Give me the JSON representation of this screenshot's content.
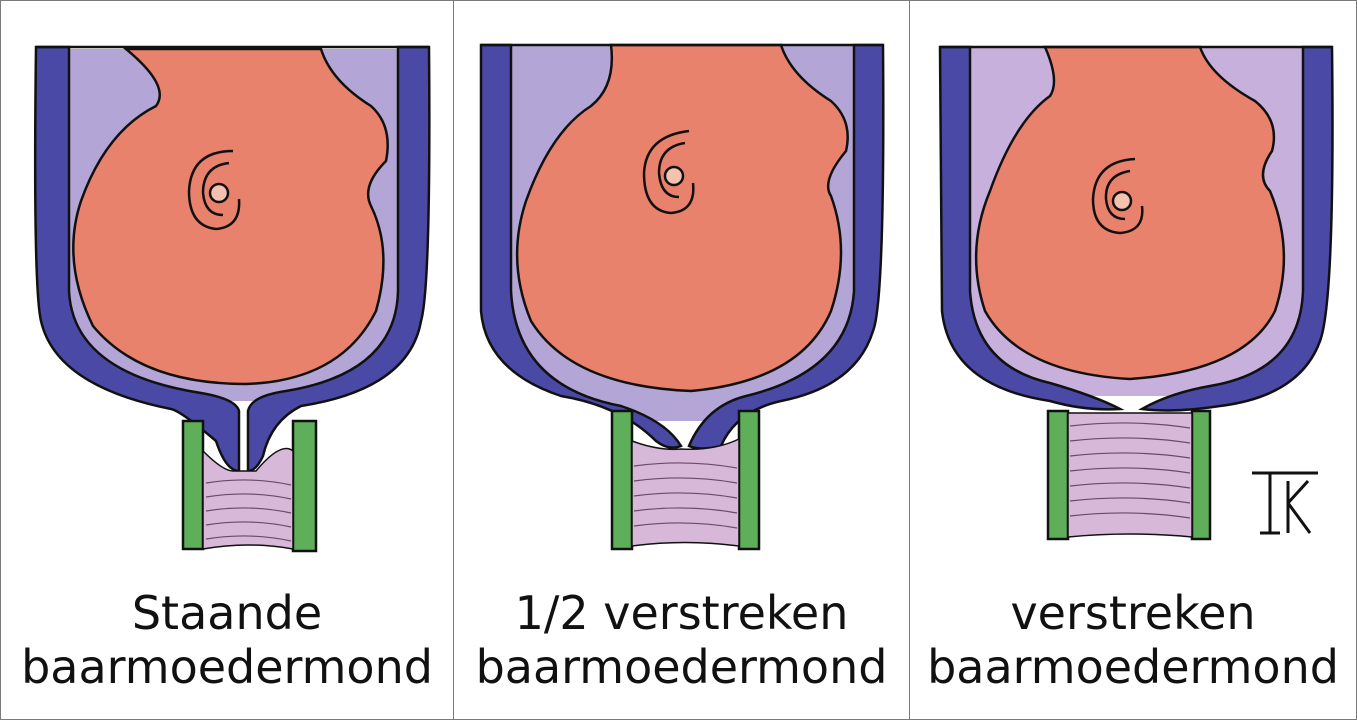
{
  "panels": [
    {
      "line1": "Staande",
      "line2": "baarmoedermond",
      "dilation": 0
    },
    {
      "line1": "1/2 verstreken",
      "line2": "baarmoedermond",
      "dilation": 0.5
    },
    {
      "line1": "verstreken",
      "line2": "baarmoedermond",
      "dilation": 1
    }
  ],
  "colors": {
    "uterus_wall": "#4a4aa6",
    "amniotic_space": "#b3a6d6",
    "fetus_sac": "#e8826c",
    "vagina_wall": "#5fae5a",
    "vagina_folds": "#d8b8d8",
    "outline": "#111111"
  },
  "icons": [
    "artist-monogram-icon"
  ]
}
